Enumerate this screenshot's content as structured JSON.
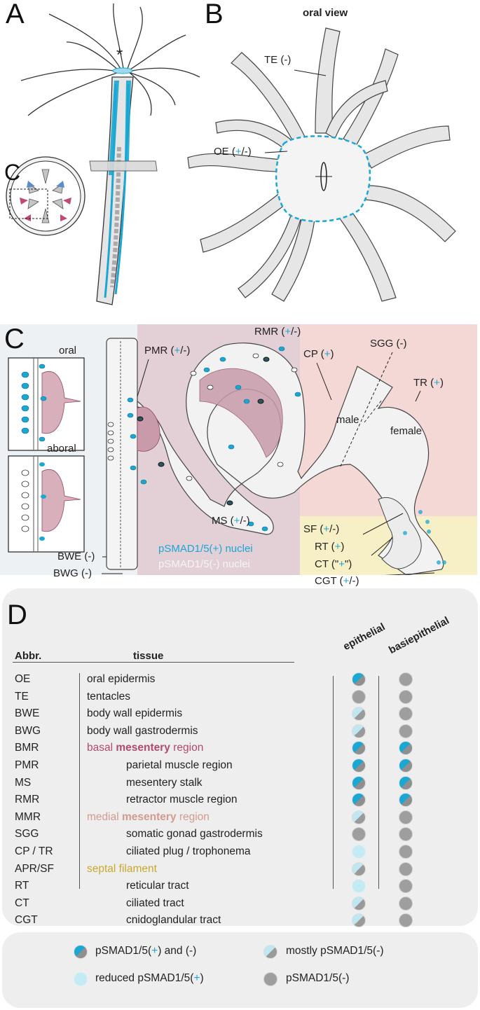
{
  "panel_letters": {
    "A": "A",
    "B": "B",
    "C_small": "C",
    "C": "C",
    "D": "D"
  },
  "panelB": {
    "title": "oral view",
    "label_te": "TE  (-)",
    "label_oe_pre": "OE  (",
    "label_oe_plus": "+",
    "label_oe_post": "/-)"
  },
  "panelC": {
    "oral": "oral",
    "aboral": "aboral",
    "pmr": {
      "pre": "PMR  (",
      "plus": "+",
      "post": "/-)"
    },
    "rmr": {
      "pre": "RMR  (",
      "plus": "+",
      "post": "/-)"
    },
    "ms": {
      "pre": "MS  (",
      "plus": "+",
      "post": "/-)"
    },
    "bwe": "BWE (-)",
    "bwg": "BWG (-)",
    "nuclei_pos": "pSMAD1/5(+) nuclei",
    "nuclei_neg": "pSMAD1/5(-) nuclei",
    "cp": {
      "pre": "CP (",
      "plus": "+",
      "post": ")"
    },
    "sgg": "SGG (-)",
    "tr": {
      "pre": "TR (",
      "plus": "+",
      "post": ")"
    },
    "male": "male",
    "female": "female",
    "sf": {
      "pre": "SF (",
      "plus": "+",
      "post": "/-)"
    },
    "rt": {
      "pre": "RT (",
      "plus": "+",
      "post": ")"
    },
    "ct": {
      "pre": "CT (\"",
      "plus": "+",
      "post": "\")"
    },
    "cgt": {
      "pre": "CGT (",
      "plus": "+",
      "post": "/-)"
    }
  },
  "panelD": {
    "col_abbr": "Abbr.",
    "col_tissue": "tissue",
    "col_epithelial": "epithelial",
    "col_basiepithelial": "basiepithelial",
    "rows": [
      {
        "abbr": "OE",
        "tissue": "oral epidermis",
        "indent": 0,
        "style": "normal",
        "epi": "half-blue",
        "basi": "grey"
      },
      {
        "abbr": "TE",
        "tissue": "tentacles",
        "indent": 0,
        "style": "normal",
        "epi": "grey",
        "basi": "grey"
      },
      {
        "abbr": "BWE",
        "tissue": "body wall epidermis",
        "indent": 0,
        "style": "normal",
        "epi": "half-light",
        "basi": "grey"
      },
      {
        "abbr": "BWG",
        "tissue": "body wall gastrodermis",
        "indent": 0,
        "style": "normal",
        "epi": "half-light",
        "basi": "grey"
      },
      {
        "abbr": "BMR",
        "tissue_pre": "basal ",
        "tissue_bold": "mesentery",
        "tissue_post": " region",
        "indent": 0,
        "style": "bmr",
        "epi": "half-blue",
        "basi": "half-blue"
      },
      {
        "abbr": "PMR",
        "tissue": "parietal muscle region",
        "indent": 1,
        "style": "normal",
        "epi": "half-blue",
        "basi": "half-blue"
      },
      {
        "abbr": "MS",
        "tissue": "mesentery stalk",
        "indent": 1,
        "style": "normal",
        "epi": "half-blue",
        "basi": "half-blue"
      },
      {
        "abbr": "RMR",
        "tissue": "retractor muscle region",
        "indent": 1,
        "style": "normal",
        "epi": "half-blue",
        "basi": "half-blue"
      },
      {
        "abbr": "MMR",
        "tissue_pre": "medial ",
        "tissue_bold": "mesentery",
        "tissue_post": " region",
        "indent": 0,
        "style": "mmr",
        "epi": "half-light",
        "basi": "grey"
      },
      {
        "abbr": "SGG",
        "tissue": "somatic gonad gastrodermis",
        "indent": 1,
        "style": "normal",
        "epi": "grey",
        "basi": "grey"
      },
      {
        "abbr": "CP / TR",
        "tissue": "ciliated plug / trophonema",
        "indent": 1,
        "style": "normal",
        "epi": "light",
        "basi": "grey"
      },
      {
        "abbr": "APR/SF",
        "tissue": "septal filament",
        "indent": 0,
        "style": "sf",
        "epi": "half-light",
        "basi": "grey"
      },
      {
        "abbr": "RT",
        "tissue": "reticular tract",
        "indent": 1,
        "style": "normal",
        "epi": "light",
        "basi": "grey"
      },
      {
        "abbr": "CT",
        "tissue": "ciliated tract",
        "indent": 1,
        "style": "normal",
        "epi": "half-light",
        "basi": "grey"
      },
      {
        "abbr": "CGT",
        "tissue": "cnidoglandular tract",
        "indent": 1,
        "style": "normal",
        "epi": "half-light",
        "basi": "grey"
      }
    ],
    "colors": {
      "bmr": "#b04a6e",
      "mmr": "#d49a8e",
      "sf": "#c9a92a",
      "plus": "#1ba7d3"
    }
  },
  "legend": {
    "item1_pre": "pSMAD1/5(",
    "item1_plus": "+",
    "item1_post": ") and (-)",
    "item2": "mostly pSMAD1/5(-)",
    "item3_pre": "reduced pSMAD1/5(",
    "item3_plus": "+",
    "item3_post": ")",
    "item4": "pSMAD1/5(-)"
  }
}
